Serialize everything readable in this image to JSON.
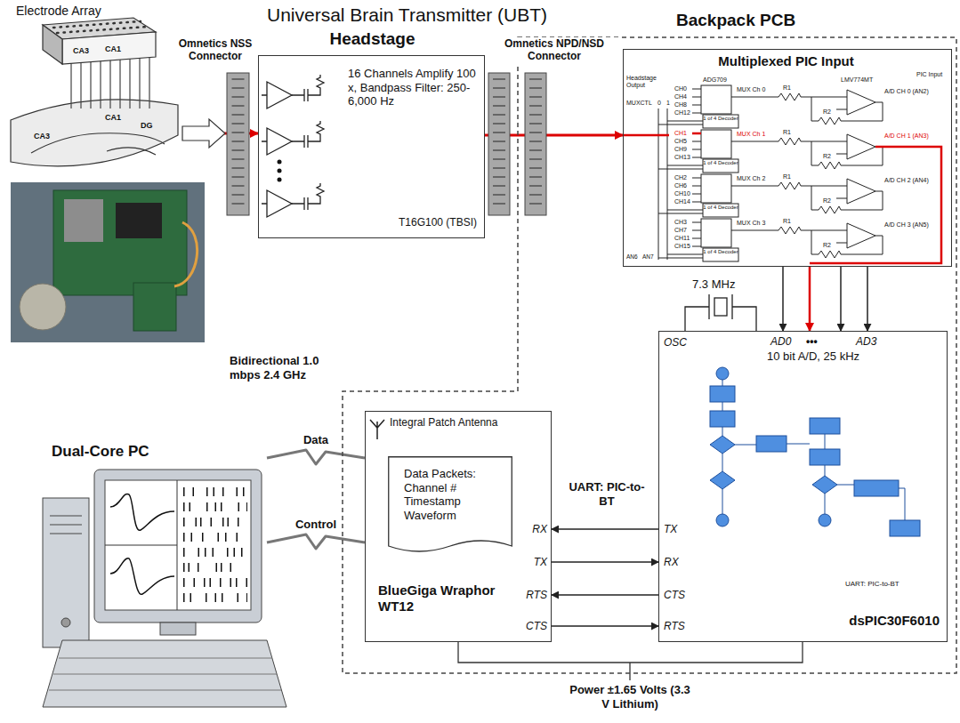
{
  "diagram": {
    "title": "Universal Brain Transmitter (UBT)",
    "nodes": [
      {
        "text": [
          "Electrode Array"
        ]
      },
      {
        "text": [
          "Headstage",
          "16 Channels Amplify 100 x, Bandpass Filter: 250-6,000 Hz",
          "T16G100 (TBSI)"
        ]
      },
      {
        "text": [
          "Backpack PCB"
        ]
      },
      {
        "text": [
          "Multiplexed PIC Input"
        ],
        "in": 2
      },
      {
        "text": [
          "Dual-Core PC"
        ]
      },
      {
        "text": [
          "BlueGiga Wraphor WT12"
        ],
        "in": 2
      },
      {
        "text": [
          "Data Packets: Channel # Timestamp Waveform"
        ],
        "in": 5
      },
      {
        "text": [
          "dsPIC30F6010"
        ],
        "in": 2
      }
    ],
    "edges": [
      {
        "from": 0,
        "to": 1,
        "arrow": "to"
      },
      {
        "from": 1,
        "to": 3,
        "arrow": "to"
      },
      {
        "from": 3,
        "to": 7,
        "arrow": "to"
      },
      {
        "from": 3,
        "to": 7,
        "arrow": "to"
      },
      {
        "from": 3,
        "to": 7,
        "arrow": "to"
      },
      {
        "from": 3,
        "to": 7,
        "arrow": "to"
      },
      {
        "from": 4,
        "to": 5,
        "label": "Data",
        "arrow": "none"
      },
      {
        "from": 4,
        "to": 5,
        "label": "Control",
        "arrow": "none"
      },
      {
        "from": 7,
        "to": 5,
        "arrow": "to"
      },
      {
        "from": 5,
        "to": 7,
        "arrow": "to"
      },
      {
        "from": 7,
        "to": 5,
        "arrow": "to"
      },
      {
        "from": 5,
        "to": 7,
        "arrow": "to"
      }
    ],
    "labels": [
      "Omnetics NSS Connector",
      "Omnetics NPD/NSD Connector",
      "CA3",
      "CA1",
      "CA1",
      "DG",
      "CA3",
      "Bidirectional 1.0 mbps 2.4 GHz",
      "Integral Patch Antenna",
      "UART: PIC-to-BT",
      "RX",
      "TX",
      "RTS",
      "CTS",
      "TX",
      "RX",
      "CTS",
      "RTS",
      "7.3 MHz",
      "OSC",
      "AD0",
      "•••",
      "AD3",
      "10 bit A/D, 25 kHz",
      "Power ±1.65 Volts (3.3 V Lithium)",
      "Headstage Output",
      "ADG709",
      "LMV774MT",
      "PIC Input",
      "MUXCTL",
      "0",
      "1",
      "CH0",
      "CH4",
      "CH8",
      "CH12",
      "MUX Ch 0",
      "1 of 4 Decoder",
      "R1",
      "R2",
      "A/D CH 0 (AN2)",
      "CH1",
      "CH5",
      "CH9",
      "CH13",
      "MUX Ch 1",
      "1 of 4 Decoder",
      "R1",
      "R2",
      "A/D CH 1 (AN3)",
      "CH2",
      "CH6",
      "CH10",
      "CH14",
      "MUX Ch 2",
      "1 of 4 Decoder",
      "R1",
      "R2",
      "A/D CH 2 (AN4)",
      "CH3",
      "CH7",
      "CH11",
      "CH15",
      "MUX Ch 3",
      "1 of 4 Decoder",
      "R1",
      "R2",
      "A/D CH 3 (AN5)",
      "AN6",
      "AN7",
      "UART: PIC-to-BT"
    ]
  }
}
